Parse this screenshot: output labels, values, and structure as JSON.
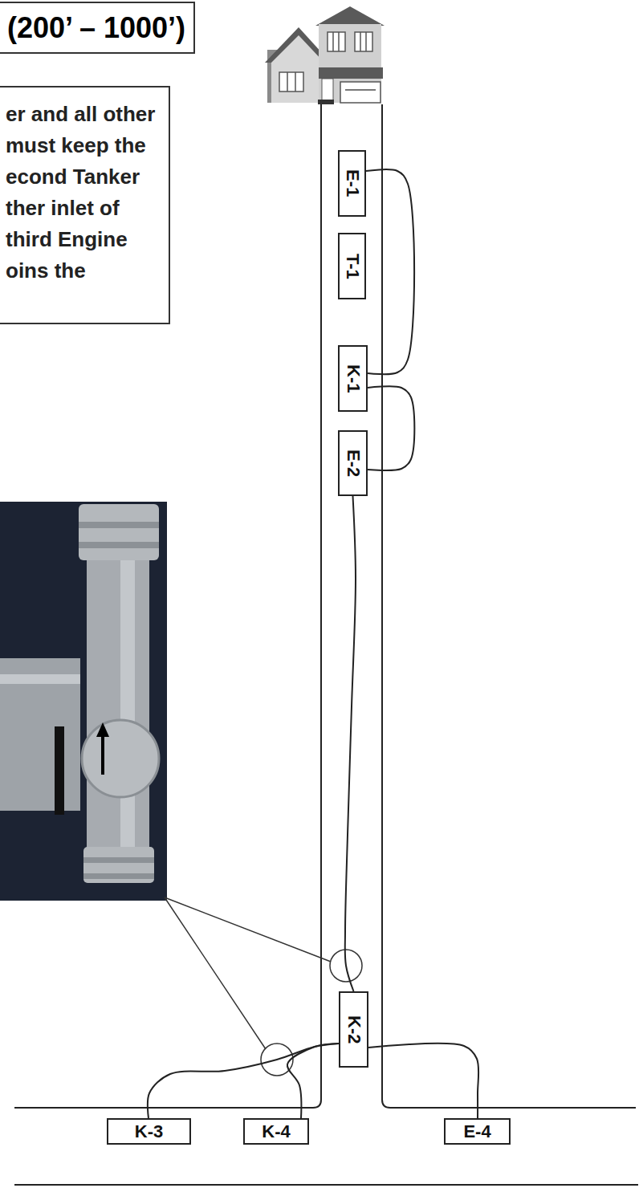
{
  "diagram": {
    "title": "(200’ – 1000’)",
    "nodes": [
      {
        "text": [
          "er and all other must keep the econd Tanker ther inlet of third Engine oins the"
        ]
      },
      {
        "text": [
          "E-1"
        ]
      },
      {
        "text": [
          "T-1"
        ]
      },
      {
        "text": [
          "K-1"
        ]
      },
      {
        "text": [
          "E-2"
        ]
      },
      {
        "text": [
          "K-2"
        ]
      },
      {
        "text": [
          "K-3"
        ]
      },
      {
        "text": [
          "K-4"
        ]
      },
      {
        "text": [
          "E-4"
        ]
      }
    ],
    "edges": [
      {
        "from": 1,
        "to": 3,
        "arrow": "none"
      },
      {
        "from": 3,
        "to": 4,
        "arrow": "none"
      },
      {
        "from": 4,
        "to": 5,
        "arrow": "none"
      },
      {
        "from": 5,
        "to": 8,
        "arrow": "none"
      },
      {
        "from": 6,
        "to": 5,
        "arrow": "none"
      },
      {
        "from": 7,
        "to": 5,
        "arrow": "none"
      }
    ]
  }
}
